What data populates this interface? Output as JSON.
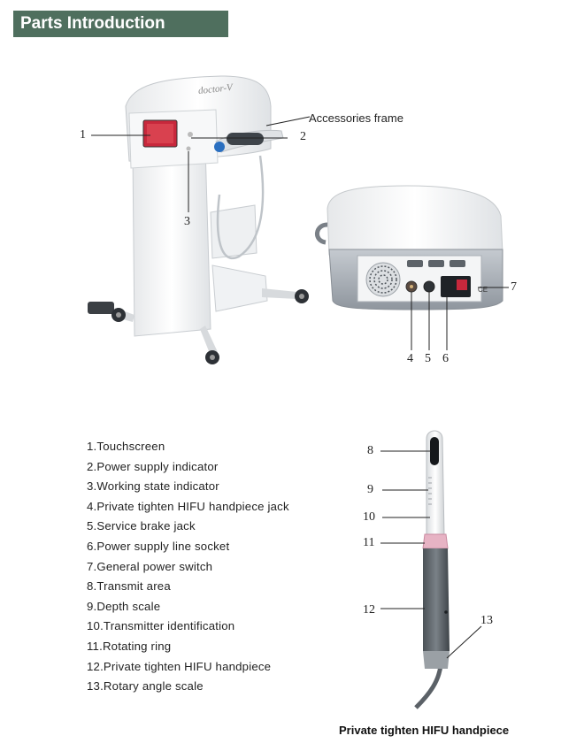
{
  "header": {
    "title": "Parts Introduction"
  },
  "machine": {
    "brand_text": "doctor-V",
    "accessories_label": "Accessories frame",
    "callouts": [
      "1",
      "2",
      "3",
      "4",
      "5",
      "6",
      "7"
    ]
  },
  "handpiece": {
    "callouts": [
      "8",
      "9",
      "10",
      "11",
      "12",
      "13"
    ],
    "caption": "Private tighten HIFU handpiece"
  },
  "parts": [
    "1.Touchscreen",
    "2.Power supply indicator",
    "3.Working state indicator",
    "4.Private tighten HIFU handpiece jack",
    "5.Service brake jack",
    "6.Power supply line socket",
    "7.General power switch",
    "8.Transmit area",
    "9.Depth scale",
    "10.Transmitter identification",
    "11.Rotating ring",
    "12.Private tighten HIFU handpiece",
    "13.Rotary angle scale"
  ],
  "colors": {
    "header_bg": "#4f6f5e",
    "screen_red": "#c8283c",
    "jack_blue": "#2a6fc0",
    "ring_pink": "#e7b3c4"
  }
}
